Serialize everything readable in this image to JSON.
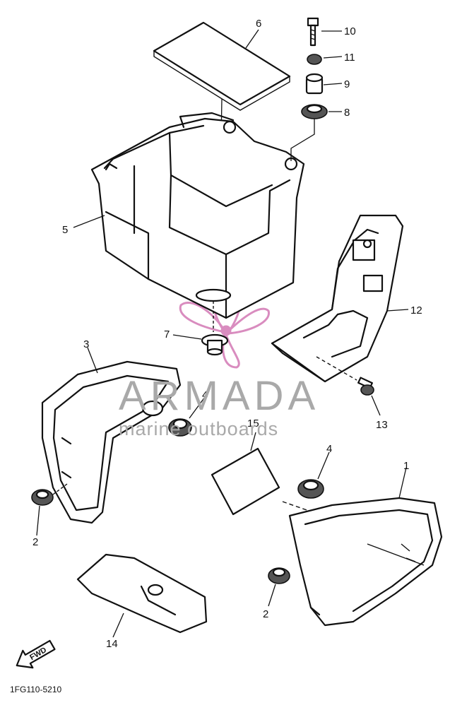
{
  "diagram": {
    "callouts": [
      "1",
      "2",
      "2",
      "3",
      "4",
      "4",
      "5",
      "6",
      "7",
      "8",
      "9",
      "10",
      "11",
      "12",
      "13",
      "14",
      "15"
    ],
    "part_code": "1FG110-5210",
    "fwd_label": "FWD"
  },
  "watermark": {
    "brand": "ARMADA",
    "tagline": "marine outboards",
    "color": "#d98cbf"
  }
}
